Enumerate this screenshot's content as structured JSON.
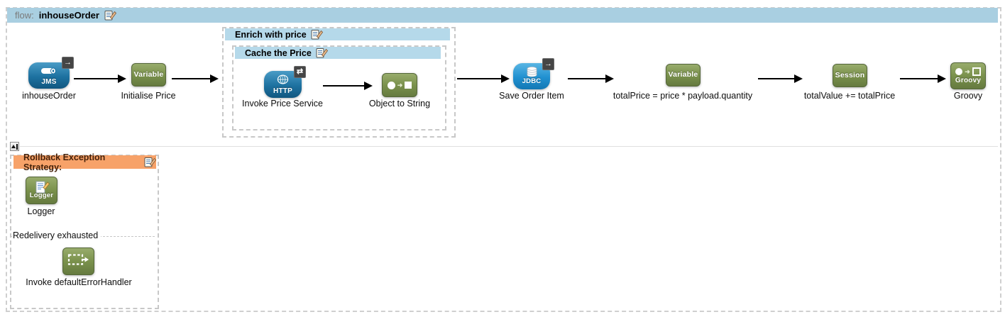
{
  "flow_header": {
    "prefix": "flow:",
    "title": "inhouseOrder"
  },
  "scopes": {
    "enrich": {
      "title": "Enrich with price"
    },
    "cache": {
      "title": "Cache the Price"
    }
  },
  "nodes": {
    "jms": {
      "caption": "inhouseOrder",
      "icon_text": "JMS",
      "badge": "→"
    },
    "init_var": {
      "caption": "Initialise Price",
      "icon_text": "Variable"
    },
    "http": {
      "caption": "Invoke Price Service",
      "icon_text": "HTTP",
      "badge": "⇄"
    },
    "obj2str": {
      "caption": "Object to String"
    },
    "jdbc": {
      "caption": "Save Order Item",
      "icon_text": "JDBC",
      "badge": "→"
    },
    "price_var": {
      "caption": "totalPrice = price * payload.quantity",
      "icon_text": "Variable"
    },
    "session_var": {
      "caption": "totalValue += totalPrice",
      "icon_text": "Session"
    },
    "groovy": {
      "caption": "Groovy",
      "icon_text": "Groovy"
    }
  },
  "exception_strategy": {
    "title": "Rollback Exception Strategy:",
    "redelivery_label": "Redelivery exhausted",
    "nodes": {
      "logger": {
        "caption": "Logger",
        "icon_text": "Logger"
      },
      "flow_ref": {
        "caption": "Invoke defaultErrorHandler"
      }
    }
  },
  "colors": {
    "flow_header_bg": "#a9cfe1",
    "scope_header_bg": "#b5d9ea",
    "exception_header_bg": "#f7a269",
    "endpoint_blue": "#1d71a0",
    "jdbc_blue": "#2090d0",
    "component_green": "#7a914c",
    "dashed_border": "#c8c8c8"
  }
}
